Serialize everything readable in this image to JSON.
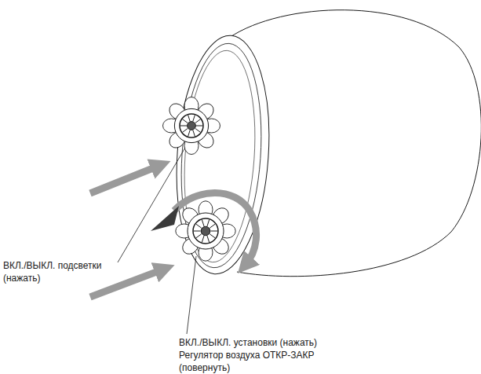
{
  "diagram": {
    "labels": [
      "ВКЛ./ВЫКЛ. подсветки (нажать)",
      "ВКЛ./ВЫКЛ. установки (нажать)",
      "Регулятор воздуха ОТКР-ЗАКР (повернуть)"
    ]
  }
}
